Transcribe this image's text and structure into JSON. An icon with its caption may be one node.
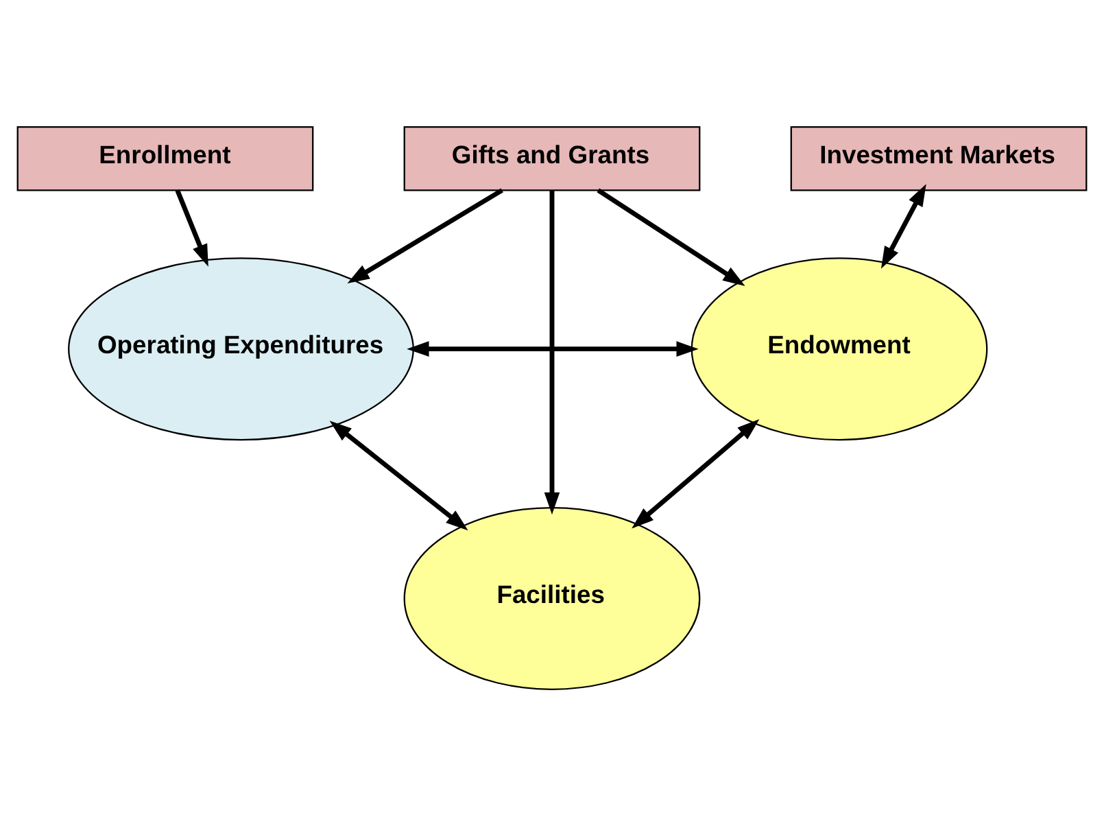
{
  "diagram": {
    "nodes": [
      {
        "text": [
          "Enrollment"
        ]
      },
      {
        "text": [
          "Investment Markets"
        ]
      },
      {
        "text": [
          "Operating Expenditures"
        ]
      },
      {
        "text": [
          "Endowment"
        ]
      },
      {
        "text": [
          "Facilities"
        ]
      },
      {
        "text": [
          "Gifts and Grants"
        ]
      }
    ],
    "edges": [
      {
        "from": 0,
        "to": 2,
        "arrow": "to"
      },
      {
        "from": 1,
        "to": 3,
        "arrow": "both"
      },
      {
        "from": 2,
        "to": 3,
        "arrow": "both"
      },
      {
        "from": 2,
        "to": 4,
        "arrow": "both"
      },
      {
        "from": 3,
        "to": 4,
        "arrow": "both"
      },
      {
        "from": 5,
        "to": 2,
        "arrow": "to"
      },
      {
        "from": 5,
        "to": 4,
        "arrow": "to"
      },
      {
        "from": 5,
        "to": 3,
        "arrow": "to"
      }
    ]
  }
}
